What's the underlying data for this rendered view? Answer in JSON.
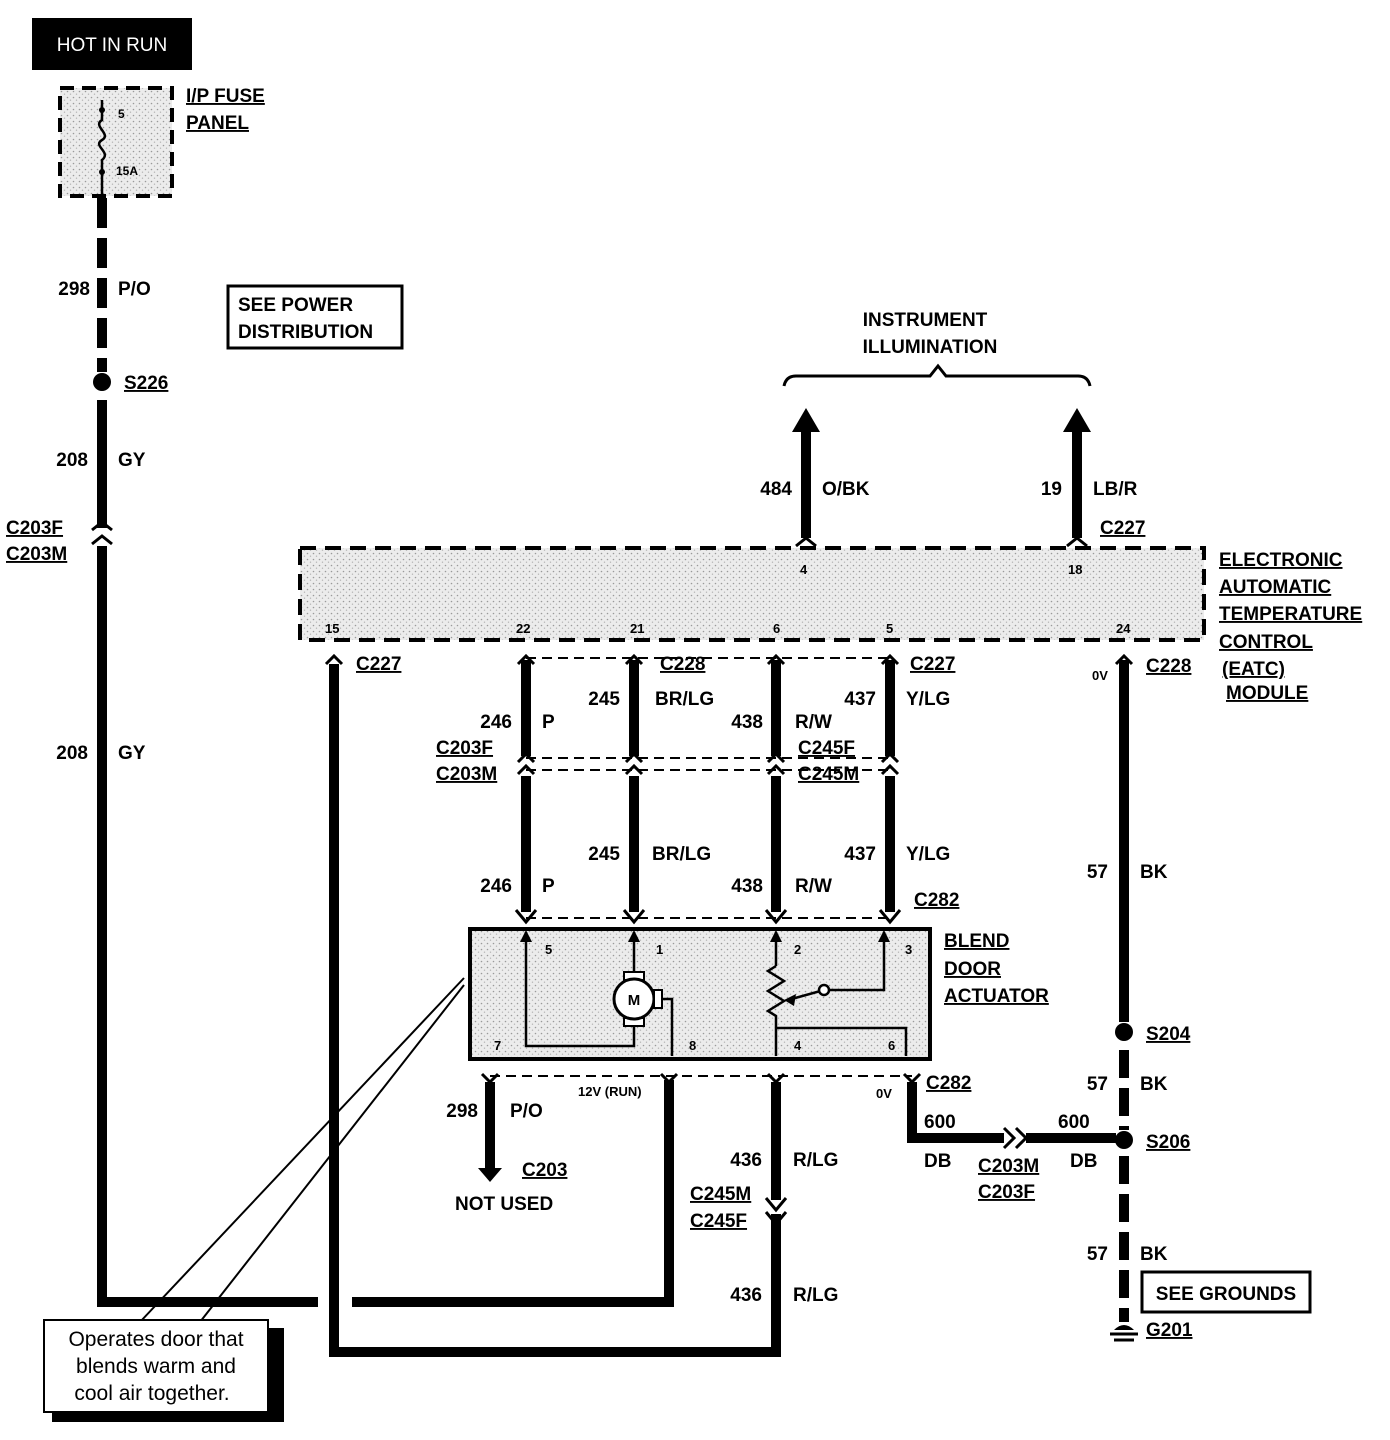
{
  "header": {
    "title": "HOT IN RUN"
  },
  "fuse_panel": {
    "line1": "I/P FUSE",
    "line2": "PANEL",
    "fuse_number": "5",
    "fuse_rating": "15A"
  },
  "see_power": {
    "line1": "SEE POWER",
    "line2": "DISTRIBUTION"
  },
  "splices": {
    "s226": "S226",
    "s204": "S204",
    "s206": "S206"
  },
  "instrument": {
    "line1": "INSTRUMENT",
    "line2": "ILLUMINATION"
  },
  "eatc": {
    "line1": "ELECTRONIC",
    "line2": "AUTOMATIC",
    "line3": "TEMPERATURE",
    "line4": "CONTROL",
    "line5": "(EATC)",
    "line6": "MODULE"
  },
  "eatc_pins": {
    "p4": "4",
    "p18": "18",
    "p15": "15",
    "p22": "22",
    "p21": "21",
    "p6": "6",
    "p5": "5",
    "p24": "24"
  },
  "blend": {
    "line1": "BLEND",
    "line2": "DOOR",
    "line3": "ACTUATOR",
    "motor": "M"
  },
  "blend_pins": {
    "p5": "5",
    "p1": "1",
    "p2": "2",
    "p3": "3",
    "p7": "7",
    "p8": "8",
    "p4": "4",
    "p6": "6"
  },
  "wires": {
    "w298": {
      "num": "298",
      "color": "P/O"
    },
    "w208": {
      "num": "208",
      "color": "GY"
    },
    "w484": {
      "num": "484",
      "color": "O/BK"
    },
    "w19": {
      "num": "19",
      "color": "LB/R"
    },
    "w246": {
      "num": "246",
      "color": "P"
    },
    "w245": {
      "num": "245",
      "color": "BR/LG"
    },
    "w438": {
      "num": "438",
      "color": "R/W"
    },
    "w437": {
      "num": "437",
      "color": "Y/LG"
    },
    "w57": {
      "num": "57",
      "color": "BK"
    },
    "w436": {
      "num": "436",
      "color": "R/LG"
    },
    "w600": {
      "num": "600",
      "color": "DB"
    }
  },
  "connectors": {
    "c203f": "C203F",
    "c203m": "C203M",
    "c227": "C227",
    "c228": "C228",
    "c245f": "C245F",
    "c245m": "C245M",
    "c282": "C282",
    "c203": "C203"
  },
  "voltages": {
    "v0": "0V",
    "v12": "12V (RUN)"
  },
  "not_used": "NOT USED",
  "see_grounds": "SEE GROUNDS",
  "ground": "G201",
  "callout": {
    "line1": "Operates door that",
    "line2": "blends  warm  and",
    "line3": "cool air together."
  }
}
